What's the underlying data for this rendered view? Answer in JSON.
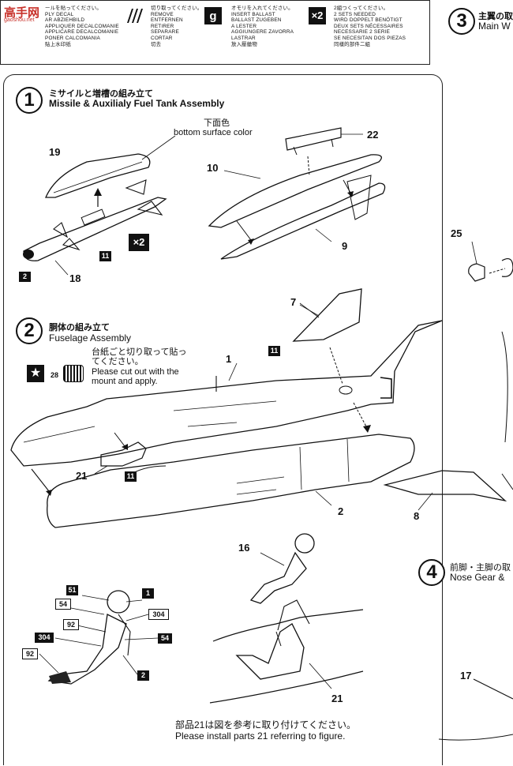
{
  "legend": {
    "logo": "高手网",
    "logo_url": "gaoshou.net",
    "decal": [
      "ールを貼ってください。",
      "PLY DECAL",
      "AR ABZIEHBILD",
      "APPLIQUER DECALCOMANIE",
      "APPLICARE DECALCOMANIE",
      "PONER CALCOMANIA",
      "贴上水印纸"
    ],
    "remove": [
      "切り取ってください。",
      "REMOVE",
      "ENTFERNEN",
      "RETIRER",
      "SEPARARE",
      "CORTAR",
      "切去"
    ],
    "ballast_icon": "g",
    "ballast": [
      "オモリを入れてください。",
      "INSERT BALLAST",
      "BALLAST ZUGEBEN",
      "A LESTER",
      "AGGIUNGERE ZAVORRA",
      "LASTRAR",
      "放入壓艙物"
    ],
    "x2_icon": "×2",
    "x2": [
      "2組つくってください。",
      "2 SETS NEEDED",
      "WIRD DOPPELT BENÖTIGT",
      "DEUX SETS NÉCESSAIRES",
      "NECESSARIE 2 SERIE",
      "SE NECESITAN DOS PIEZAS",
      "同樣的部件二組"
    ]
  },
  "step3": {
    "number": "3",
    "title_jp": "主翼の取",
    "title_en": "Main W"
  },
  "step1": {
    "number": "1",
    "title_jp": "ミサイルと増槽の組み立て",
    "title_en": "Missile & Auxilialy Fuel Tank Assembly",
    "color_jp": "下面色",
    "color_en": "bottom surface color",
    "parts": {
      "p19": "19",
      "p18": "18",
      "p10": "10",
      "p22": "22",
      "p9": "9"
    },
    "badge_11": "11",
    "badge_2": "2",
    "x2": "×2"
  },
  "step2": {
    "number": "2",
    "title_jp": "胴体の組み立て",
    "title_en": "Fuselage Assembly",
    "decal_num": "28",
    "note_jp1": "台紙ごと切り取って貼っ",
    "note_jp2": "てください。",
    "note_en1": "Please cut out with the",
    "note_en2": "mount and apply.",
    "parts": {
      "p7": "7",
      "p1": "1",
      "p21": "21",
      "p2": "2",
      "p8": "8",
      "p25": "25"
    },
    "badge_11a": "11",
    "badge_11b": "11"
  },
  "pilot": {
    "parts": {
      "p16": "16",
      "p21": "21"
    },
    "callouts": {
      "c51": "51",
      "c54a": "54",
      "c92a": "92",
      "c304a": "304",
      "c92b": "92",
      "c1": "1",
      "c304b": "304",
      "c54b": "54",
      "c2": "2"
    },
    "note_jp": "部品21は図を参考に取り付けてください。",
    "note_en": "Please install parts 21 referring to figure."
  },
  "step4": {
    "number": "4",
    "title_jp": "前脚・主脚の取",
    "title_en": "Nose Gear &"
  },
  "p17": "17"
}
